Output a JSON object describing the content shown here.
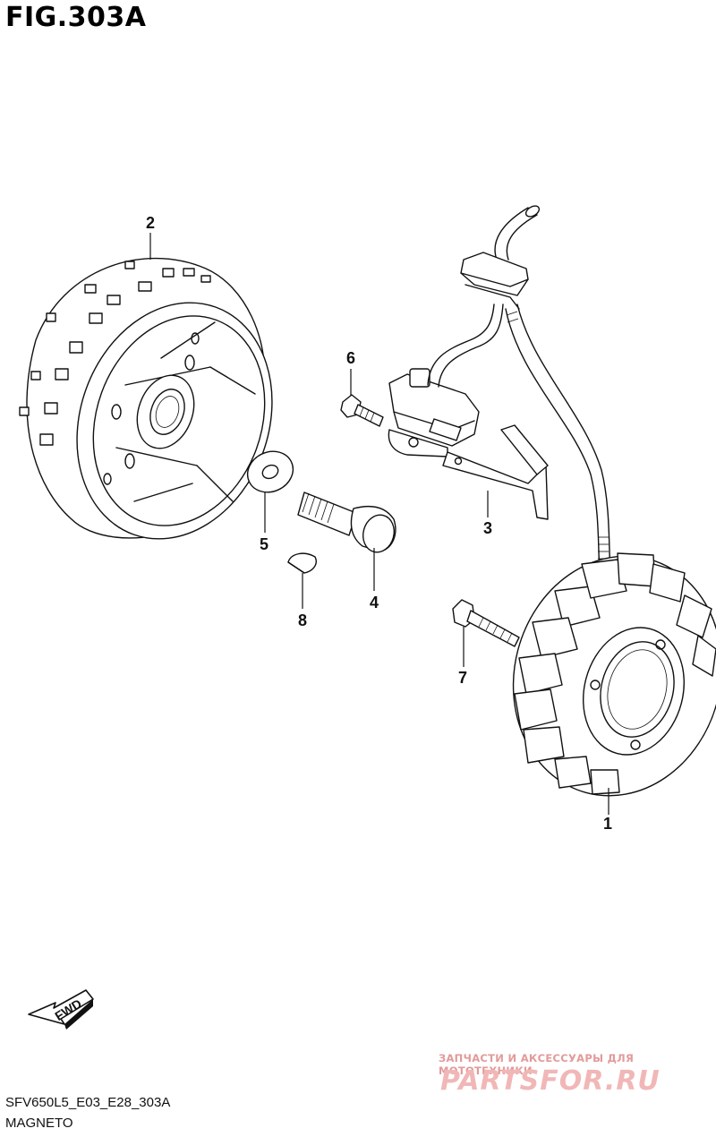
{
  "figure": {
    "title": "FIG.303A",
    "reference_code": "SFV650L5_E03_E28_303A",
    "section_name": "MAGNETO",
    "direction_label": "FWD"
  },
  "parts": [
    {
      "id": "stator",
      "number": "1"
    },
    {
      "id": "rotor",
      "number": "2"
    },
    {
      "id": "sensor-bracket",
      "number": "3"
    },
    {
      "id": "rotor-bolt",
      "number": "4"
    },
    {
      "id": "washer",
      "number": "5"
    },
    {
      "id": "sensor-screw",
      "number": "6"
    },
    {
      "id": "stator-bolt",
      "number": "7"
    },
    {
      "id": "key",
      "number": "8"
    }
  ],
  "watermark": {
    "tagline": "ЗАПЧАСТИ И АКСЕССУАРЫ ДЛЯ МОТОТЕХНИКИ",
    "logo": "PARTSFOR.RU"
  },
  "colors": {
    "line": "#111111",
    "watermark": "#e39a9a"
  }
}
